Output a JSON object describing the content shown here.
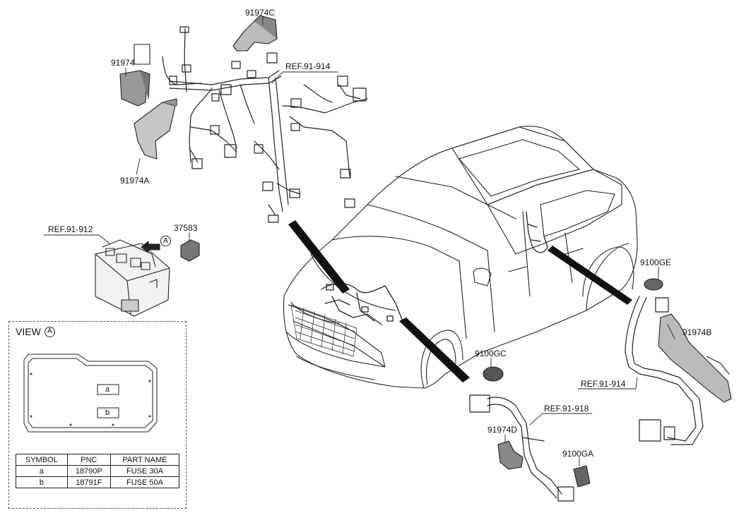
{
  "labels": {
    "p91974C": "91974C",
    "p91974": "91974",
    "ref914_top": "REF.91-914",
    "p91974A": "91974A",
    "ref912": "REF.91-912",
    "p37583": "37583",
    "view_marker": "A",
    "p9100GE": "9100GE",
    "p91974B": "91974B",
    "ref914_right": "REF.91-914",
    "p9100GC": "9100GC",
    "ref918": "REF.91-918",
    "p91974D": "91974D",
    "p9100GA": "9100GA"
  },
  "view": {
    "title": "VIEW",
    "marker": "A",
    "fuse_a": "a",
    "fuse_b": "b"
  },
  "parts_table": {
    "headers": [
      "SYMBOL",
      "PNC",
      "PART NAME"
    ],
    "rows": [
      [
        "a",
        "18790P",
        "FUSE 30A"
      ],
      [
        "b",
        "18791F",
        "FUSE 50A"
      ]
    ]
  }
}
